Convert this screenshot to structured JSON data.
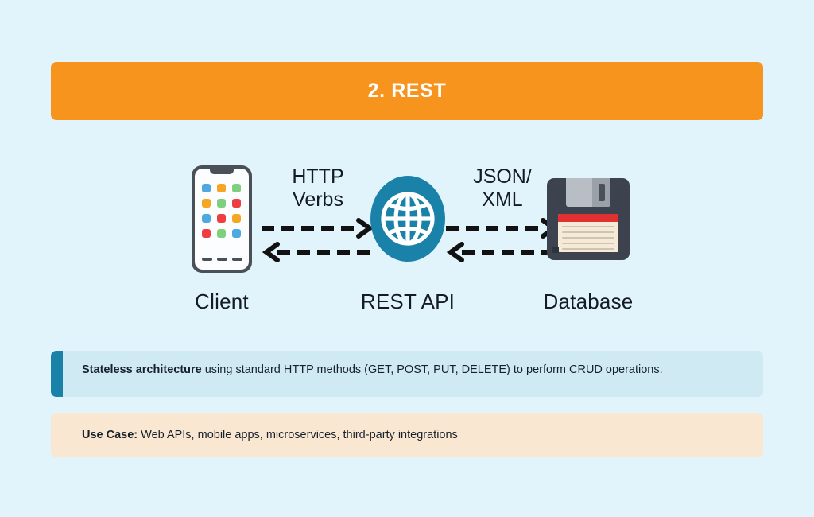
{
  "header": {
    "title": "2. REST",
    "background_color": "#f7941e",
    "text_color": "#ffffff"
  },
  "page": {
    "background_color": "#e2f4fb"
  },
  "diagram": {
    "type": "flow",
    "nodes": [
      {
        "id": "client",
        "label": "Client",
        "icon": "smartphone-icon"
      },
      {
        "id": "rest-api",
        "label": "REST API",
        "icon": "globe-icon"
      },
      {
        "id": "database",
        "label": "Database",
        "icon": "floppy-disk-icon"
      }
    ],
    "connectors": [
      {
        "id": "client-to-api",
        "caption_line1": "HTTP",
        "caption_line2": "Verbs",
        "forward_arrow": "dashed-arrow-right",
        "reverse_arrow": "dashed-arrow-left"
      },
      {
        "id": "api-to-database",
        "caption_line1": "JSON/",
        "caption_line2": "XML",
        "forward_arrow": "dashed-arrow-right",
        "reverse_arrow": "dashed-arrow-left"
      }
    ],
    "phone_app_colors": [
      "#4fa8e0",
      "#f5a623",
      "#7ed07e",
      "#f5a623",
      "#7ed07e",
      "#ef3e42",
      "#4fa8e0",
      "#ef3e42",
      "#f5a623",
      "#ef3e42",
      "#7ed07e",
      "#4fa8e0"
    ],
    "globe_color": "#1a82a8",
    "floppy_body_color": "#3c434e",
    "floppy_label_color": "#e03131"
  },
  "info_bars": [
    {
      "id": "stateless",
      "lead": "Stateless architecture",
      "body": " using standard HTTP methods (GET, POST, PUT, DELETE) to perform CRUD operations.",
      "accent_color": "#1a82a8",
      "background_color": "#cfeaf3"
    },
    {
      "id": "use-case",
      "lead": "Use Case:",
      "body": " Web APIs, mobile apps, microservices, third-party integrations",
      "accent_color": "#f7941e",
      "background_color": "#fae7d2"
    }
  ]
}
